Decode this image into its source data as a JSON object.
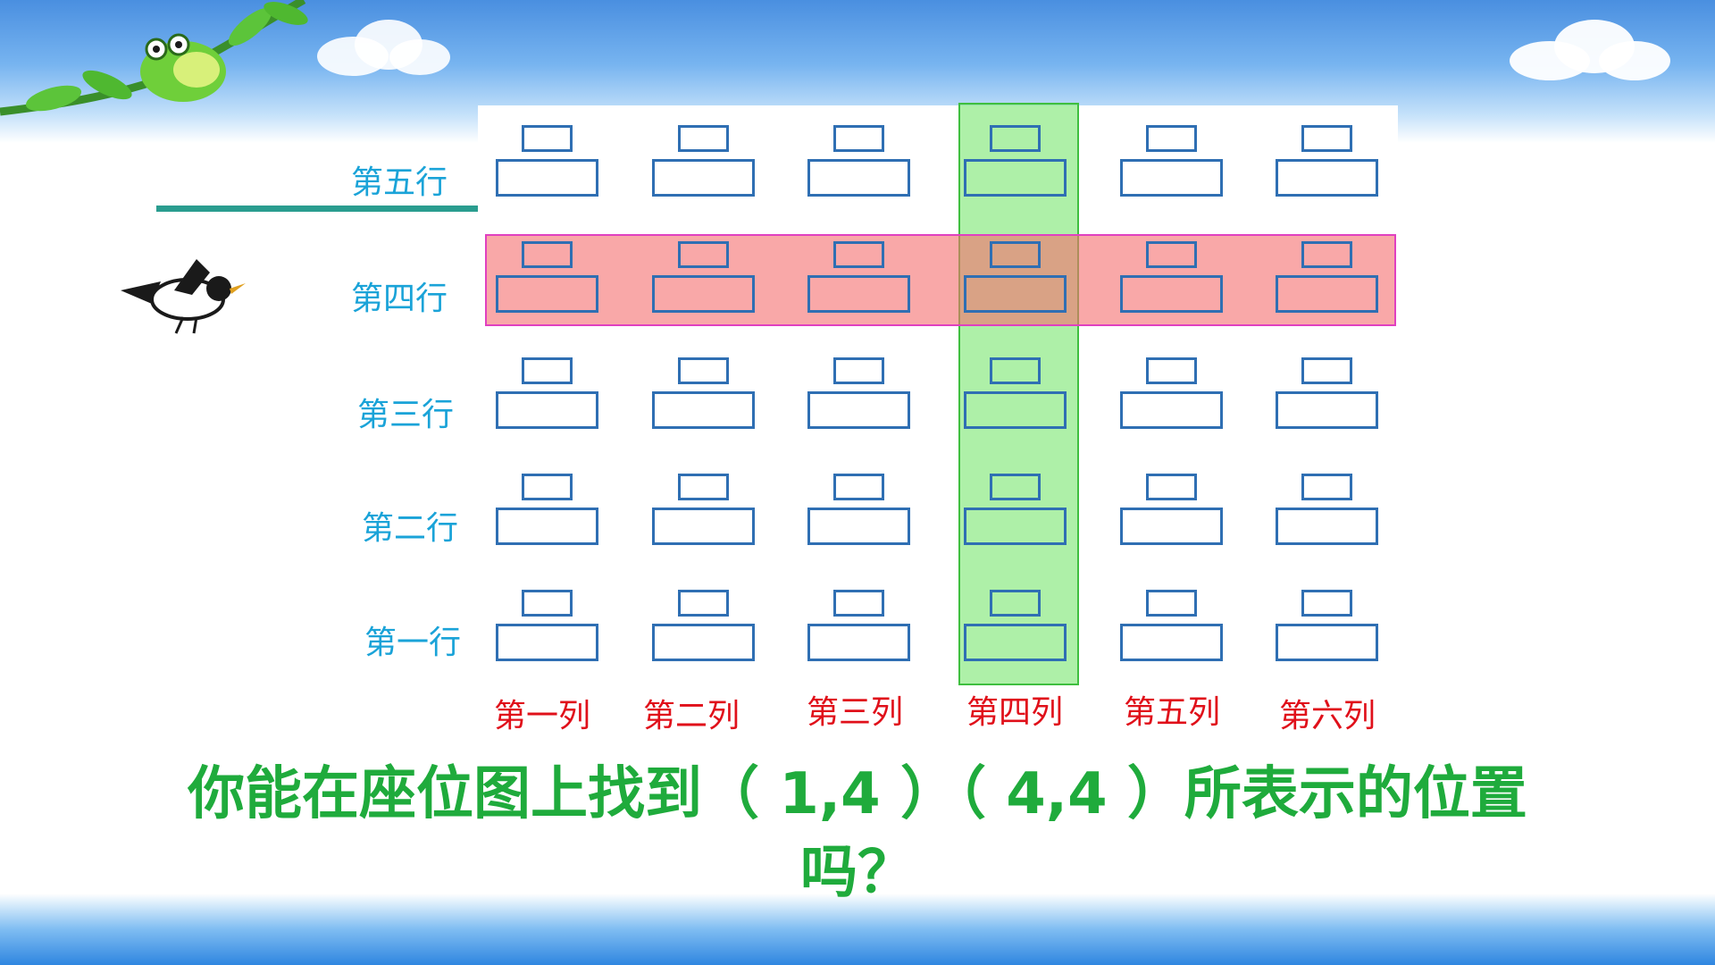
{
  "rows": [
    {
      "label": "第五行"
    },
    {
      "label": "第四行"
    },
    {
      "label": "第三行"
    },
    {
      "label": "第二行"
    },
    {
      "label": "第一行"
    }
  ],
  "columns": [
    {
      "label": "第一列"
    },
    {
      "label": "第二列"
    },
    {
      "label": "第三列"
    },
    {
      "label": "第四列"
    },
    {
      "label": "第五列"
    },
    {
      "label": "第六列"
    }
  ],
  "highlights": {
    "row": "第四行",
    "column": "第四列",
    "row_color": "#f56e6e",
    "column_color": "#78e66e"
  },
  "question": {
    "line1": "你能在座位图上找到（ 1,4 ）（ 4,4 ）所表示的位置",
    "line2": "吗？"
  },
  "colors": {
    "row_label": "#1aa3d8",
    "column_label": "#e0101a",
    "question": "#1fab3c",
    "seat_outline": "#2f6fb3"
  }
}
